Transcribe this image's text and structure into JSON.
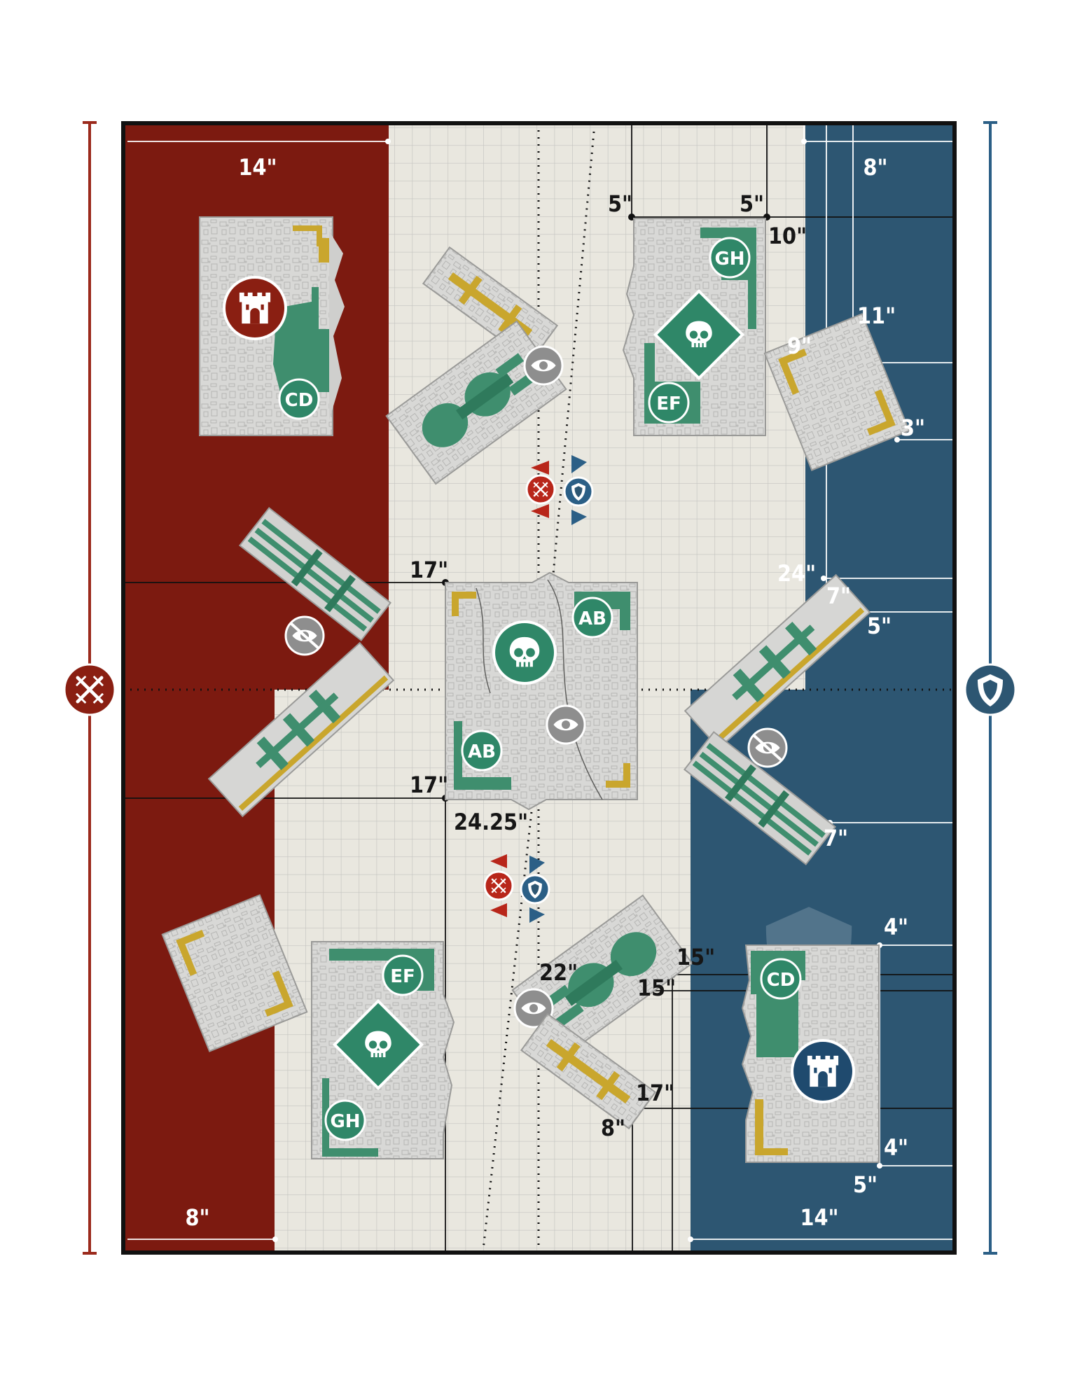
{
  "colors": {
    "attacker": "#7c1a10",
    "defender": "#2d5672",
    "neutral": "#e9e7df",
    "grid": "#c4c4c0",
    "ruin": "#d6d6d4",
    "wall": "#3f8e6e",
    "token": "#2f8768",
    "debris": "#c9a62d",
    "border": "#111111"
  },
  "icons": {
    "attacker_side": "crossed-swords-icon",
    "defender_side": "shield-icon",
    "attacker_objective": "red-castle-icon",
    "defender_objective": "blue-castle-icon",
    "centre_objective": "skull-icon",
    "objective": "skull-diamond-icon",
    "line_of_sight": "eye-icon",
    "blocked_sight": "eye-slash-icon"
  },
  "terrain_labels": {
    "ab_top": "AB",
    "ab_bottom": "AB",
    "cd_red": "CD",
    "cd_blue": "CD",
    "ef_top": "EF",
    "ef_bottom": "EF",
    "gh_top": "GH",
    "gh_bottom": "GH"
  },
  "measurements": {
    "red_zone_top": "14\"",
    "blue_zone_top": "8\"",
    "red_zone_bottom": "8\"",
    "blue_zone_bottom": "14\"",
    "tr_ruin_left": "5\"",
    "tr_ruin_right": "5\"",
    "tr_ruin_ten": "10\"",
    "tr_rubble_top": "11\"",
    "tr_rubble_left": "9\"",
    "tr_rubble_bottom": "3\"",
    "centre_top": "17\"",
    "centre_bottom": "17\"",
    "centre_span": "24.25\"",
    "right_wall_top": "24\"",
    "right_wall_seven": "7\"",
    "right_wall_five": "5\"",
    "right_lower_seven": "7\"",
    "br_ruin_top": "4\"",
    "br_ruin_bottom": "4\"",
    "br_ruin_corner": "5\"",
    "bottom_vehicle_22": "22\"",
    "bottom_vehicle_15a": "15\"",
    "bottom_vehicle_15b": "15\"",
    "bottom_crate_17": "17\"",
    "bottom_crate_8": "8\""
  }
}
